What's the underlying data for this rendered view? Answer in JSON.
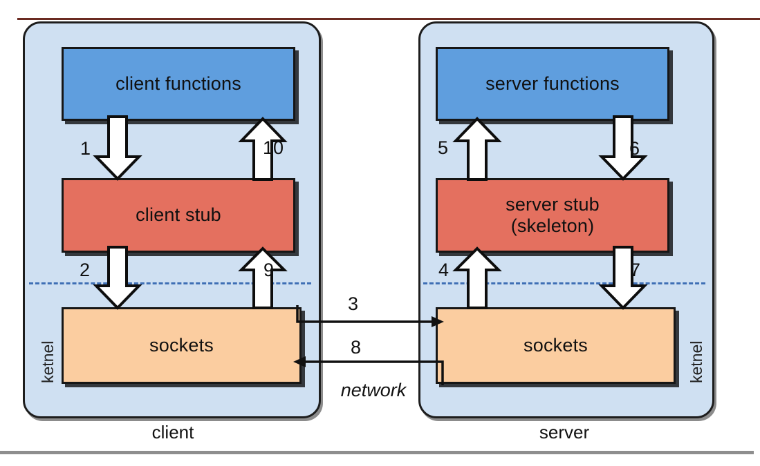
{
  "diagram": {
    "title": "RPC client-server stub and socket layering",
    "colors": {
      "panel_fill": "#cfe0f2",
      "functions_box": "#5f9ede",
      "stub_box": "#e4705f",
      "sockets_box": "#fbcda0",
      "kernel_divider": "#3f6fb5",
      "outline": "#161616",
      "top_rule": "#6b2b22",
      "bottom_rule": "#8e8e8e"
    },
    "client": {
      "caption": "client",
      "kernel_label": "ketnel",
      "boxes": {
        "functions": "client functions",
        "stub": "client stub",
        "sockets": "sockets"
      },
      "steps": {
        "call_stub": "1",
        "stub_to_socket": "2",
        "socket_to_stub": "9",
        "stub_to_functions": "10"
      }
    },
    "server": {
      "caption": "server",
      "kernel_label": "ketnel",
      "boxes": {
        "functions": "server functions",
        "stub_line1": "server stub",
        "stub_line2": "(skeleton)",
        "sockets": "sockets"
      },
      "steps": {
        "socket_to_stub": "4",
        "stub_to_functions": "5",
        "functions_to_stub": "6",
        "stub_to_socket": "7"
      }
    },
    "network": {
      "label": "network",
      "request_step": "3",
      "reply_step": "8"
    }
  }
}
